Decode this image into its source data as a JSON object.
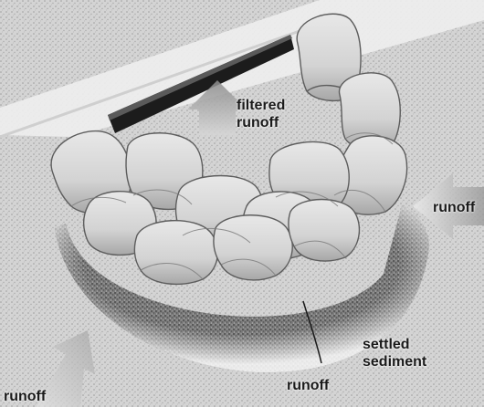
{
  "labels": {
    "filtered_runoff": [
      "filtered",
      "runoff"
    ],
    "runoff_right": "runoff",
    "settled_sediment": [
      "settled",
      "sediment"
    ],
    "runoff_bottom": "runoff",
    "runoff_left": "runoff"
  },
  "colors": {
    "ground": "#d2d2d2",
    "bag_fill": "#d9d9d9",
    "bag_shade": "#a9a9a9",
    "inlet_grate": "#1c1c1c",
    "sediment": "#6e6e6e",
    "arrow": "#9a9a9a",
    "text": "#1a1a1a"
  }
}
